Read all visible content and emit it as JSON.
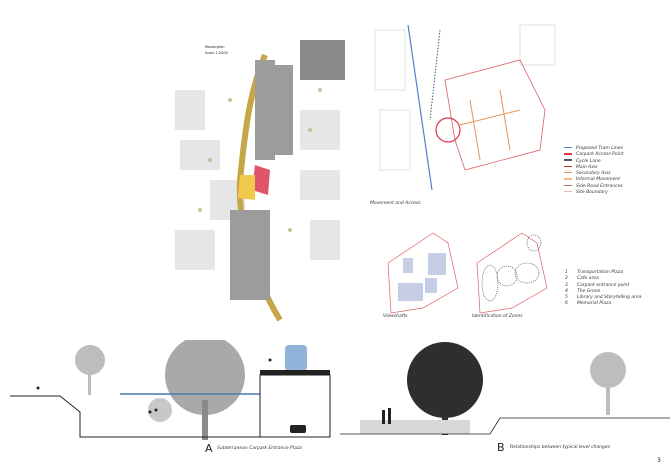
{
  "masterplan": {
    "title": "Masterplan",
    "scale": "Scale 1:2000",
    "legend_colors": [
      "#e8604c",
      "#9a9a9a",
      "#f0c84a",
      "#ffffff",
      "#cfe0a8"
    ]
  },
  "movement": {
    "caption": "Movement and Access",
    "legend": [
      {
        "label": "Proposed Tram Lines",
        "color": "#5b7bd0"
      },
      {
        "label": "Carpark Access Point",
        "color": "#d9394a"
      },
      {
        "label": "Cycle Lane",
        "color": "#555555"
      },
      {
        "label": "Main Axis",
        "color": "#c0392b"
      },
      {
        "label": "Secondary Axis",
        "color": "#e8945a"
      },
      {
        "label": "Informal Movement",
        "color": "#f2b98a"
      },
      {
        "label": "Side Road Entrances",
        "color": "#b06a6a"
      },
      {
        "label": "Site Boundary",
        "color": "#e8b3b3"
      }
    ]
  },
  "viewshafts": {
    "caption": "Viewshafts"
  },
  "zones": {
    "caption": "Identification of Zones",
    "list": [
      {
        "num": "1",
        "label": "Transportation Plaza"
      },
      {
        "num": "2",
        "label": "Cafe area"
      },
      {
        "num": "3",
        "label": "Carpark entrance point"
      },
      {
        "num": "4",
        "label": "The Grove"
      },
      {
        "num": "5",
        "label": "Library and Storytelling area"
      },
      {
        "num": "6",
        "label": "Memorial Plaza"
      }
    ]
  },
  "section_a": {
    "letter": "A",
    "caption": "Subterranean Carpark Entrance Plaza"
  },
  "section_b": {
    "letter": "B",
    "caption": "Relationships between typical level changes"
  },
  "page_number": "3"
}
